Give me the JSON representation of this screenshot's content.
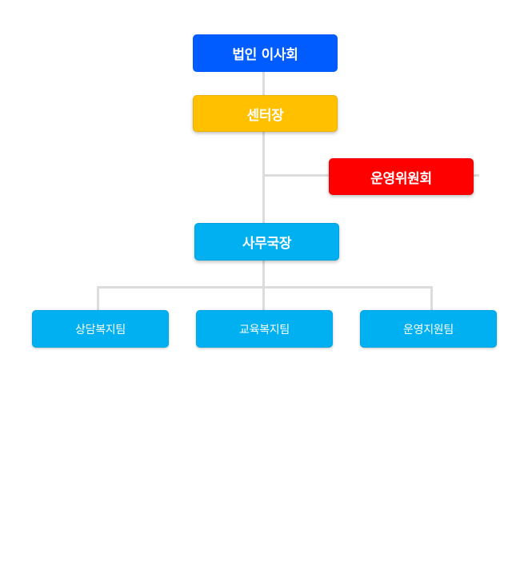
{
  "org": {
    "board": {
      "label": "법인 이사회",
      "color": "#005cff"
    },
    "director": {
      "label": "센터장",
      "color": "#ffc000"
    },
    "committee": {
      "label": "운영위원회",
      "color": "#ff0000"
    },
    "secretary": {
      "label": "사무국장",
      "color": "#00b0f0"
    },
    "teams": [
      {
        "label": "상담복지팀",
        "color": "#00b0f0"
      },
      {
        "label": "교육복지팀",
        "color": "#00b0f0"
      },
      {
        "label": "운영지원팀",
        "color": "#00b0f0"
      }
    ],
    "connector_color": "#dcdcdc"
  }
}
